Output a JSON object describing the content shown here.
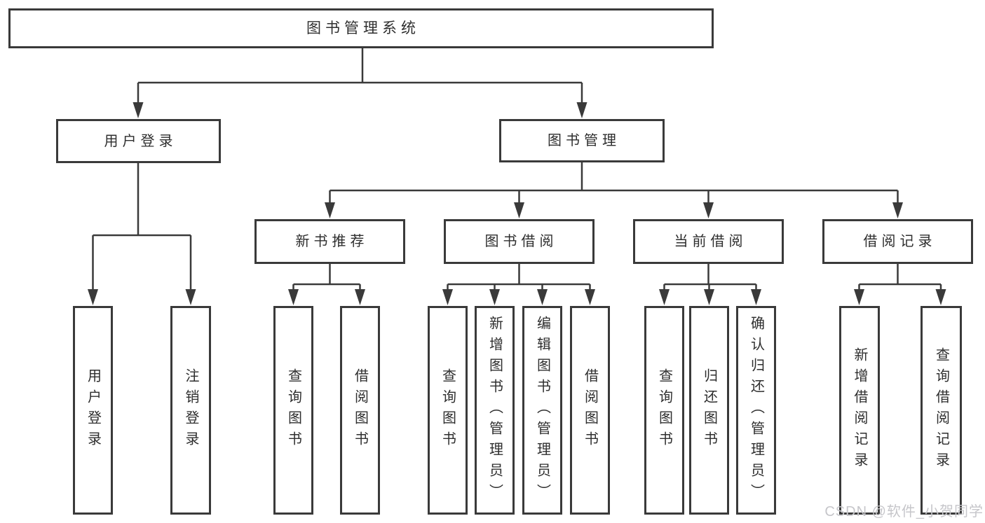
{
  "tree": {
    "root": {
      "label": "图书管理系统"
    },
    "children": [
      {
        "label": "用户登录",
        "children": [
          {
            "label": "用户登录"
          },
          {
            "label": "注销登录"
          }
        ]
      },
      {
        "label": "图书管理",
        "children": [
          {
            "label": "新书推荐",
            "children": [
              {
                "label": "查询图书"
              },
              {
                "label": "借阅图书"
              }
            ]
          },
          {
            "label": "图书借阅",
            "children": [
              {
                "label": "查询图书"
              },
              {
                "label": "新增图书（管理员）"
              },
              {
                "label": "编辑图书（管理员）"
              },
              {
                "label": "借阅图书"
              }
            ]
          },
          {
            "label": "当前借阅",
            "children": [
              {
                "label": "查询图书"
              },
              {
                "label": "归还图书"
              },
              {
                "label": "确认归还（管理员）"
              }
            ]
          },
          {
            "label": "借阅记录",
            "children": [
              {
                "label": "新增借阅记录"
              },
              {
                "label": "查询借阅记录"
              }
            ]
          }
        ]
      }
    ]
  },
  "watermark": {
    "text": "CSDN @软件_小贺同学"
  },
  "colors": {
    "line": "#3a3a3a",
    "text": "#2e2e2e",
    "background": "#ffffff",
    "watermark": "#c6c6ca"
  }
}
